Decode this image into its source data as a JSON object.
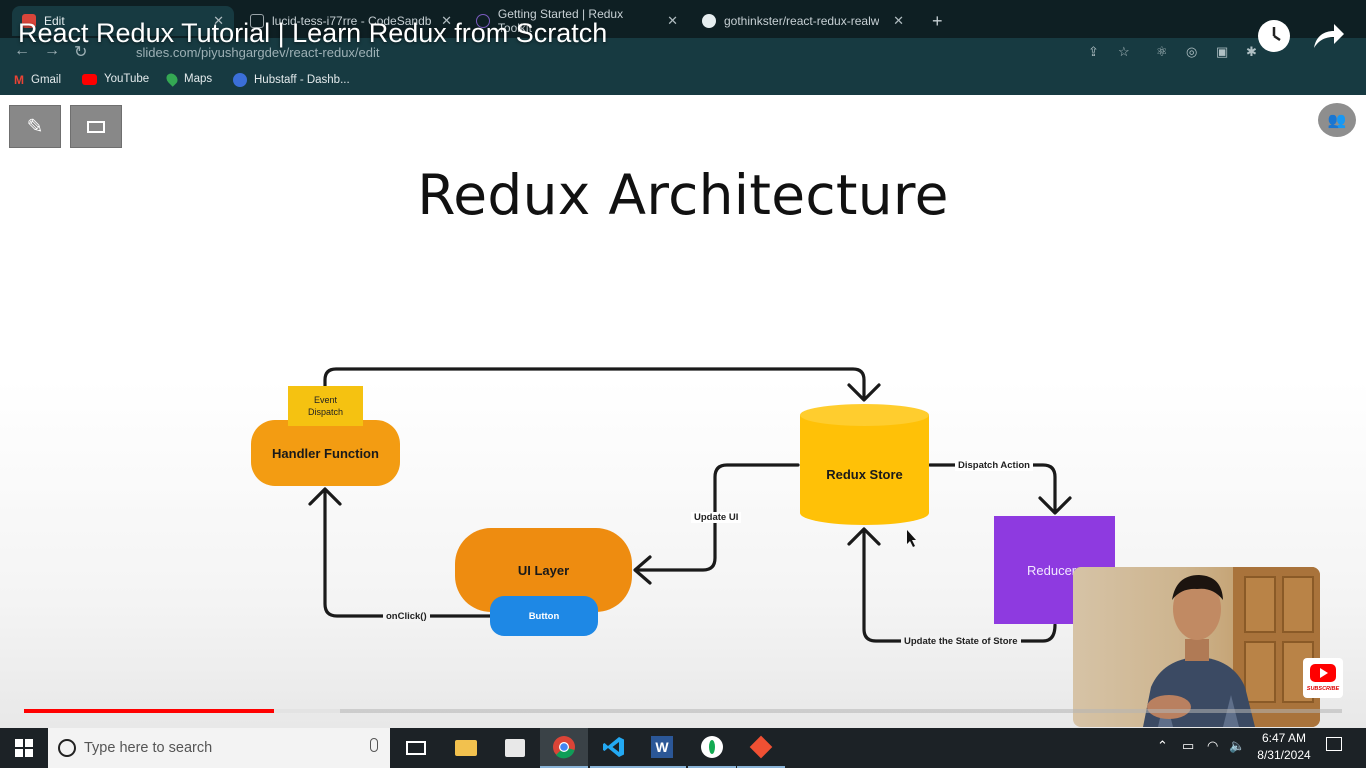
{
  "video": {
    "title": "React Redux Tutorial | Learn Redux from Scratch"
  },
  "browser": {
    "tabs": [
      {
        "label": "Edit",
        "color": "#d9453a"
      },
      {
        "label": "lucid-tess-i77rre - CodeSandb",
        "color": "#9aa4a8"
      },
      {
        "label": "Getting Started | Redux Toolkit",
        "color": "#7a5bbf"
      },
      {
        "label": "gothinkster/react-redux-realw",
        "color": "#e6eef0"
      }
    ],
    "new_tab": "+",
    "url": "slides.com/piyushgargdev/react-redux/edit",
    "bookmarks": [
      {
        "label": "Gmail",
        "color": "#ea4335"
      },
      {
        "label": "YouTube",
        "color": "#ff0000"
      },
      {
        "label": "Maps",
        "color": "#34a853"
      },
      {
        "label": "Hubstaff - Dashb...",
        "color": "#3b6fd8"
      }
    ]
  },
  "slide": {
    "title": "Redux Architecture",
    "nodes": {
      "event_dispatch": "Event\nDispatch",
      "handler_function": "Handler Function",
      "ui_layer": "UI Layer",
      "button": "Button",
      "redux_store": "Redux Store",
      "reducers": "Reducers"
    },
    "edge_labels": {
      "dispatch_action": "Dispatch Action",
      "update_ui": "Update UI",
      "onclick": "onClick()",
      "update_state": "Update the State of Store"
    },
    "colors": {
      "handler": "#f39c12",
      "event": "#f5c211",
      "ui_layer": "#ee8c10",
      "button": "#1e88e5",
      "store": "#ffc107",
      "reducers": "#8e3ae0"
    }
  },
  "player": {
    "progress_played": 0.19,
    "progress_buffered": 0.24,
    "subscribe": "SUBSCRIBE"
  },
  "taskbar": {
    "search_placeholder": "Type here to search",
    "time": "6:47 AM",
    "date": "8/31/2024"
  }
}
